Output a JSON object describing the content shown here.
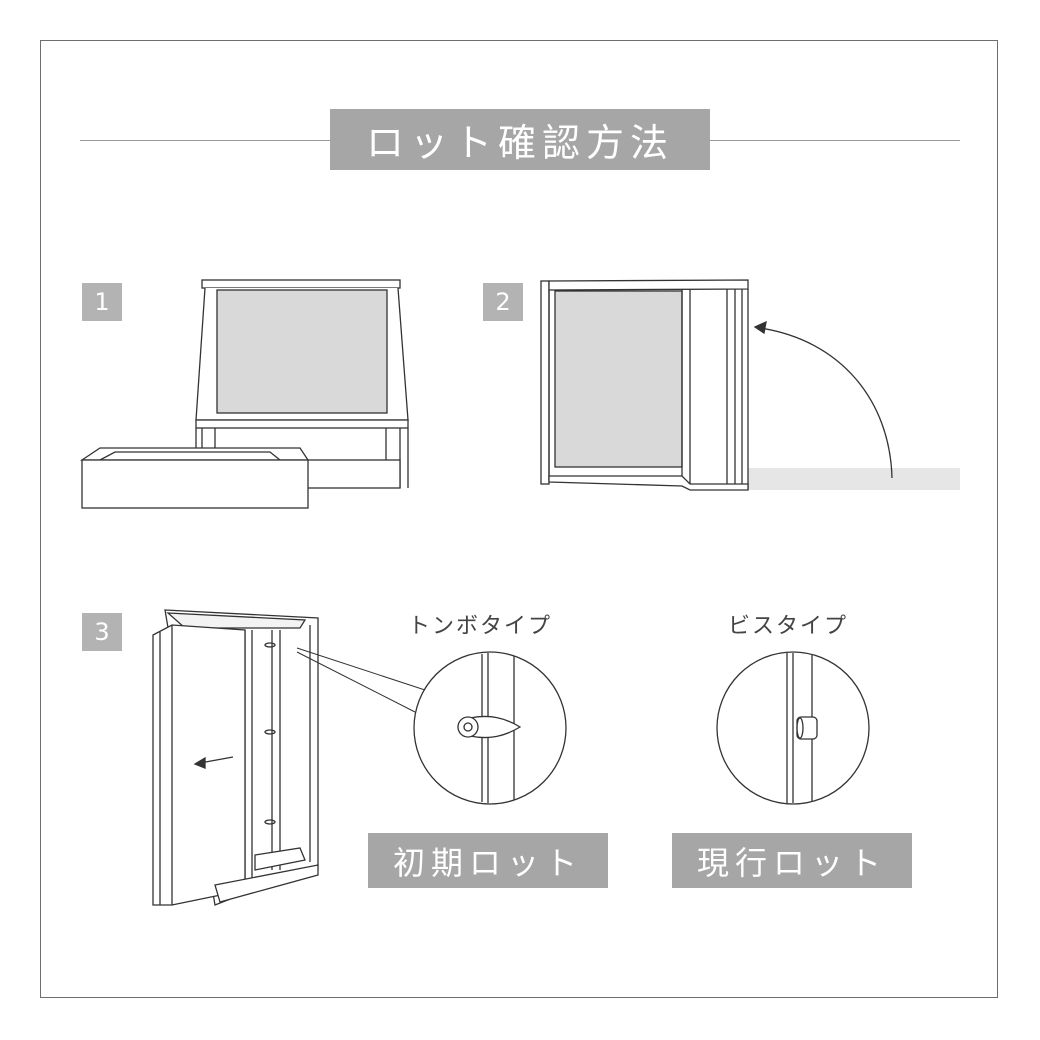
{
  "title": "ロット確認方法",
  "steps": [
    "1",
    "2",
    "3"
  ],
  "types": {
    "tonbo": {
      "caption": "トンボタイプ",
      "label": "初期ロット"
    },
    "screw": {
      "caption": "ビスタイプ",
      "label": "現行ロット"
    }
  }
}
